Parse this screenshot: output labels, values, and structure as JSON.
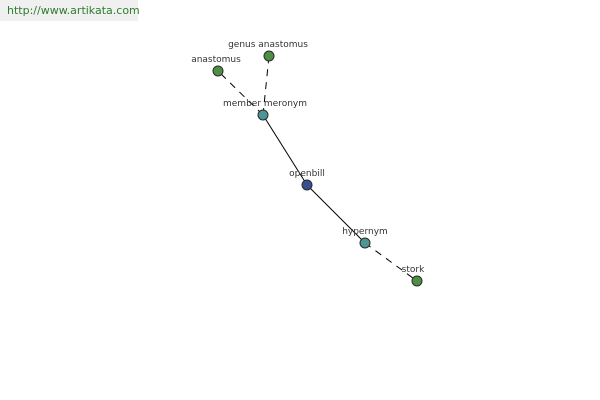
{
  "watermark": "http://www.artikata.com",
  "colors": {
    "focus_node": "#3a4f8f",
    "relation_node": "#4c9696",
    "term_node": "#4f8f45",
    "edge": "#000000"
  },
  "graph": {
    "nodes": [
      {
        "id": "openbill",
        "label": "openbill",
        "kind": "focus"
      },
      {
        "id": "member-meronym",
        "label": "member meronym",
        "kind": "relation"
      },
      {
        "id": "hypernym",
        "label": "hypernym",
        "kind": "relation"
      },
      {
        "id": "anastomus",
        "label": "anastomus",
        "kind": "term"
      },
      {
        "id": "genus-anastomus",
        "label": "genus anastomus",
        "kind": "term"
      },
      {
        "id": "stork",
        "label": "stork",
        "kind": "term"
      }
    ],
    "edges": [
      {
        "from": "openbill",
        "to": "member-meronym",
        "style": "solid"
      },
      {
        "from": "openbill",
        "to": "hypernym",
        "style": "solid"
      },
      {
        "from": "member-meronym",
        "to": "anastomus",
        "style": "dashed"
      },
      {
        "from": "member-meronym",
        "to": "genus-anastomus",
        "style": "dashed"
      },
      {
        "from": "hypernym",
        "to": "stork",
        "style": "dashed"
      }
    ]
  }
}
